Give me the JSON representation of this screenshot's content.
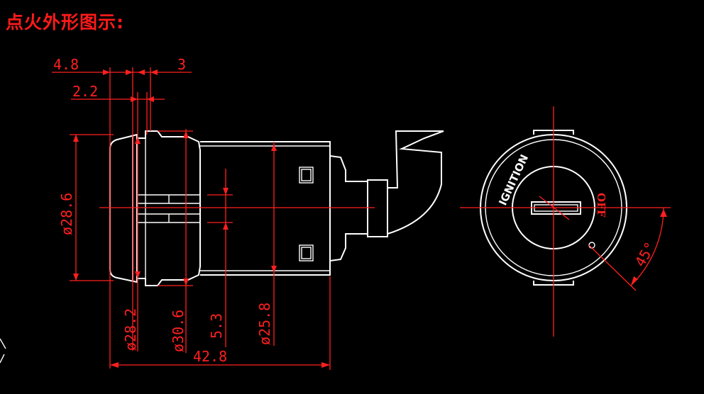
{
  "title": "点火外形图示:",
  "dimensions": {
    "d1": "4.8",
    "d2": "3",
    "d3": "2.2",
    "d4": "ø28.6",
    "d5": "ø28.2",
    "d6": "ø30.6",
    "d7": "5.3",
    "d8": "ø25.8",
    "d9": "42.8",
    "angle": "45°"
  },
  "labels": {
    "ignition": "IGNITION",
    "off": "OFF"
  },
  "colors": {
    "dimension": "#ff2020",
    "outline": "#ffffff",
    "background": "#000000"
  }
}
